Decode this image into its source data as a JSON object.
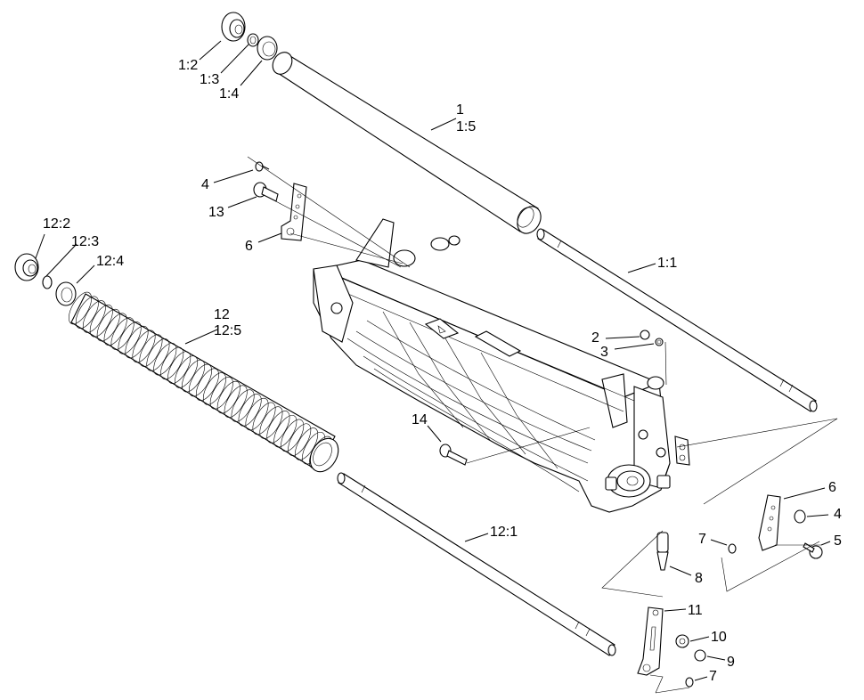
{
  "callouts": {
    "c1_2": "1:2",
    "c1_3": "1:3",
    "c1_4": "1:4",
    "c1": "1",
    "c1_5": "1:5",
    "c1_1": "1:1",
    "c4a": "4",
    "c13": "13",
    "c6a": "6",
    "c12_2": "12:2",
    "c12_3": "12:3",
    "c12_4": "12:4",
    "c12": "12",
    "c12_5": "12:5",
    "c2": "2",
    "c3": "3",
    "c14": "14",
    "c6b": "6",
    "c4b": "4",
    "c5": "5",
    "c7a": "7",
    "c12_1": "12:1",
    "c8": "8",
    "c11": "11",
    "c10": "10",
    "c9": "9",
    "c7b": "7"
  }
}
